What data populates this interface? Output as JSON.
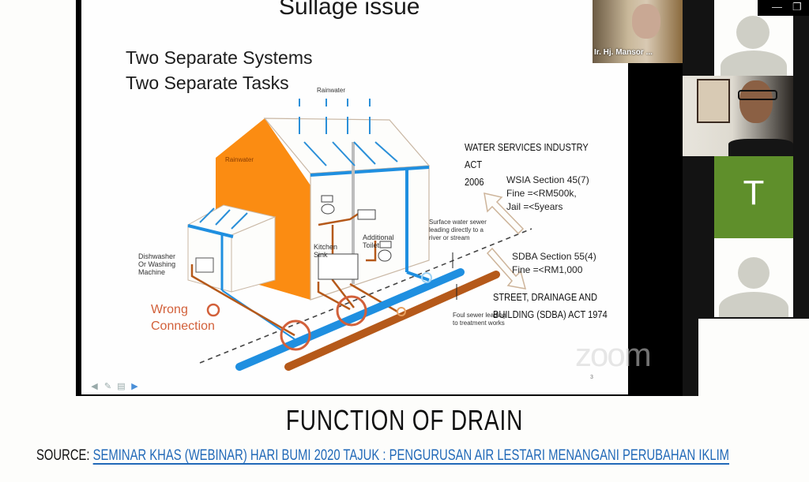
{
  "slide": {
    "title": "Sullage issue",
    "subtitle_1": "Two Separate Systems",
    "subtitle_2": "Two Separate Tasks",
    "labels": {
      "rainwater_roof": "Rainwater",
      "rainwater_wall": "Rainwater",
      "dishwasher": [
        "Dishwasher",
        "Or Washing",
        "Machine"
      ],
      "kitchen_sink": [
        "Kitchen",
        "Sink"
      ],
      "additional_toilet": [
        "Additional",
        "Toilet"
      ],
      "surface_sewer": [
        "Surface water sewer",
        "leading directly to a",
        "river or stream"
      ],
      "foul_sewer": [
        "Foul sewer leading",
        "to treatment works"
      ],
      "wrong_connection": [
        "Wrong",
        "Connection"
      ]
    },
    "wsia": {
      "act": [
        "Water Services Industry Act",
        "2006"
      ],
      "section": "WSIA Section 45(7)",
      "fine": "Fine =<RM500k,",
      "jail": "Jail =<5years"
    },
    "sdba": {
      "section": "SDBA Section 55(4)",
      "fine": "Fine =<RM1,000",
      "act": [
        "Street, Drainage and",
        "Building (SDBA) Act 1974"
      ]
    },
    "page_number": "3",
    "watermark": "zoom"
  },
  "toolbar": {
    "icons": [
      "prev-arrow-icon",
      "pen-icon",
      "menu-icon",
      "next-arrow-icon"
    ]
  },
  "participants": [
    {
      "name": "Ir. Hj. Mansor ...",
      "type": "video"
    },
    {
      "type": "avatar"
    },
    {
      "type": "video"
    },
    {
      "initial": "T",
      "type": "initial",
      "color": "#5f8f2b"
    },
    {
      "type": "avatar"
    }
  ],
  "window_controls": {
    "minimize": "—",
    "restore": "❐"
  },
  "caption": "Function of Drain",
  "source": {
    "label": "SOURCE:",
    "link": "SEMINAR KHAS (WEBINAR) HARI BUMI 2020 TAJUK : PENGURUSAN AIR LESTARI MENANGANI PERUBAHAN IKLIM"
  },
  "colors": {
    "pipe_blue": "#1f8fe0",
    "pipe_brown": "#b5591a",
    "house_orange": "#fb8c12",
    "wrong_red": "#d2603a",
    "link_blue": "#2169b8"
  }
}
